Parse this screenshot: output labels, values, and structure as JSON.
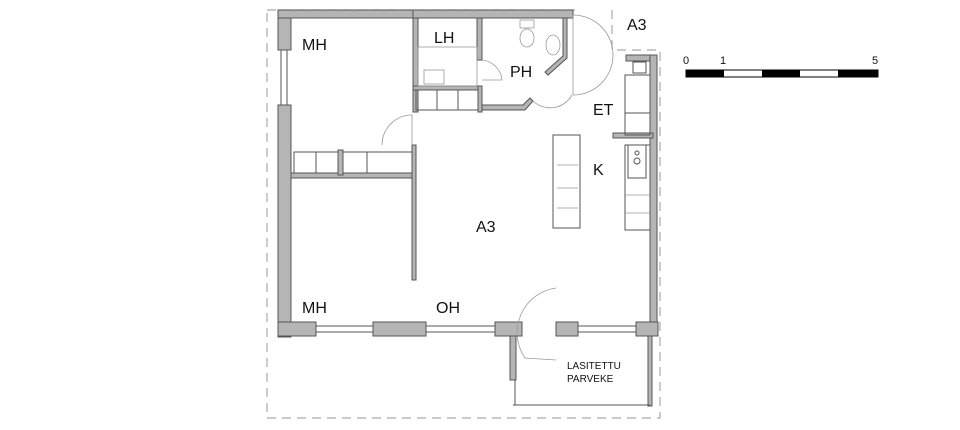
{
  "floorplan": {
    "unit_label": "A3",
    "rooms": {
      "bedroom_top": "MH",
      "linen": "LH",
      "bathroom": "PH",
      "entry": "ET",
      "kitchen": "K",
      "main": "A3",
      "bedroom_bottom": "MH",
      "living": "OH",
      "balcony_line1": "LASITETTU",
      "balcony_line2": "PARVEKE"
    }
  },
  "scale_bar": {
    "labels": [
      "0",
      "1",
      "5"
    ]
  }
}
